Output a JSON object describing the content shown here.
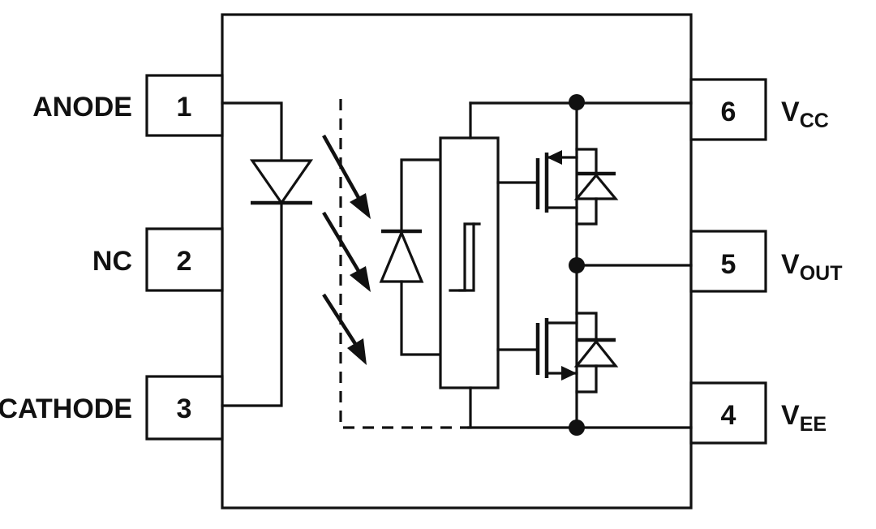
{
  "labels": {
    "anode": "ANODE",
    "nc": "NC",
    "cathode": "CATHODE",
    "vcc_main": "V",
    "vcc_sub": "CC",
    "vout_main": "V",
    "vout_sub": "OUT",
    "vee_main": "V",
    "vee_sub": "EE"
  },
  "pins": {
    "p1": "1",
    "p2": "2",
    "p3": "3",
    "p4": "4",
    "p5": "5",
    "p6": "6"
  }
}
